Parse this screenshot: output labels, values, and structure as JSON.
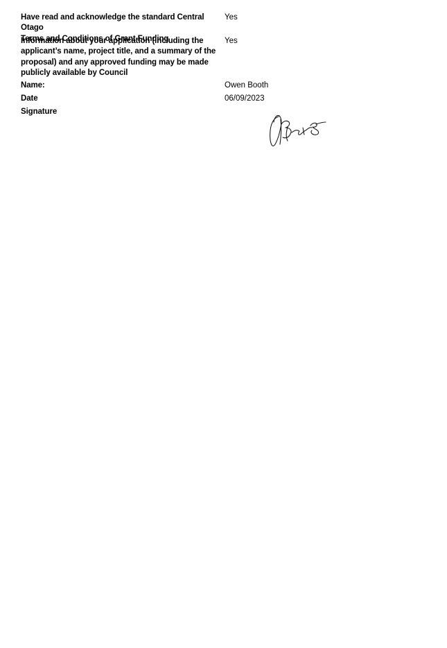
{
  "form": {
    "rows": [
      {
        "label": "Have read and acknowledge the standard Central Otago\nTerms and Conditions of Grant Funding",
        "value": "Yes"
      },
      {
        "label": "Information about your application (including the\napplicant’s name, project title, and a summary of the\nproposal) and any approved funding may be made\npublicly available by Council",
        "value": "Yes"
      },
      {
        "label": "Name:",
        "value": "Owen Booth"
      },
      {
        "label": "Date",
        "value": "06/09/2023"
      },
      {
        "label": "Signature"
      }
    ],
    "signature_icon": "handwritten-signature"
  }
}
